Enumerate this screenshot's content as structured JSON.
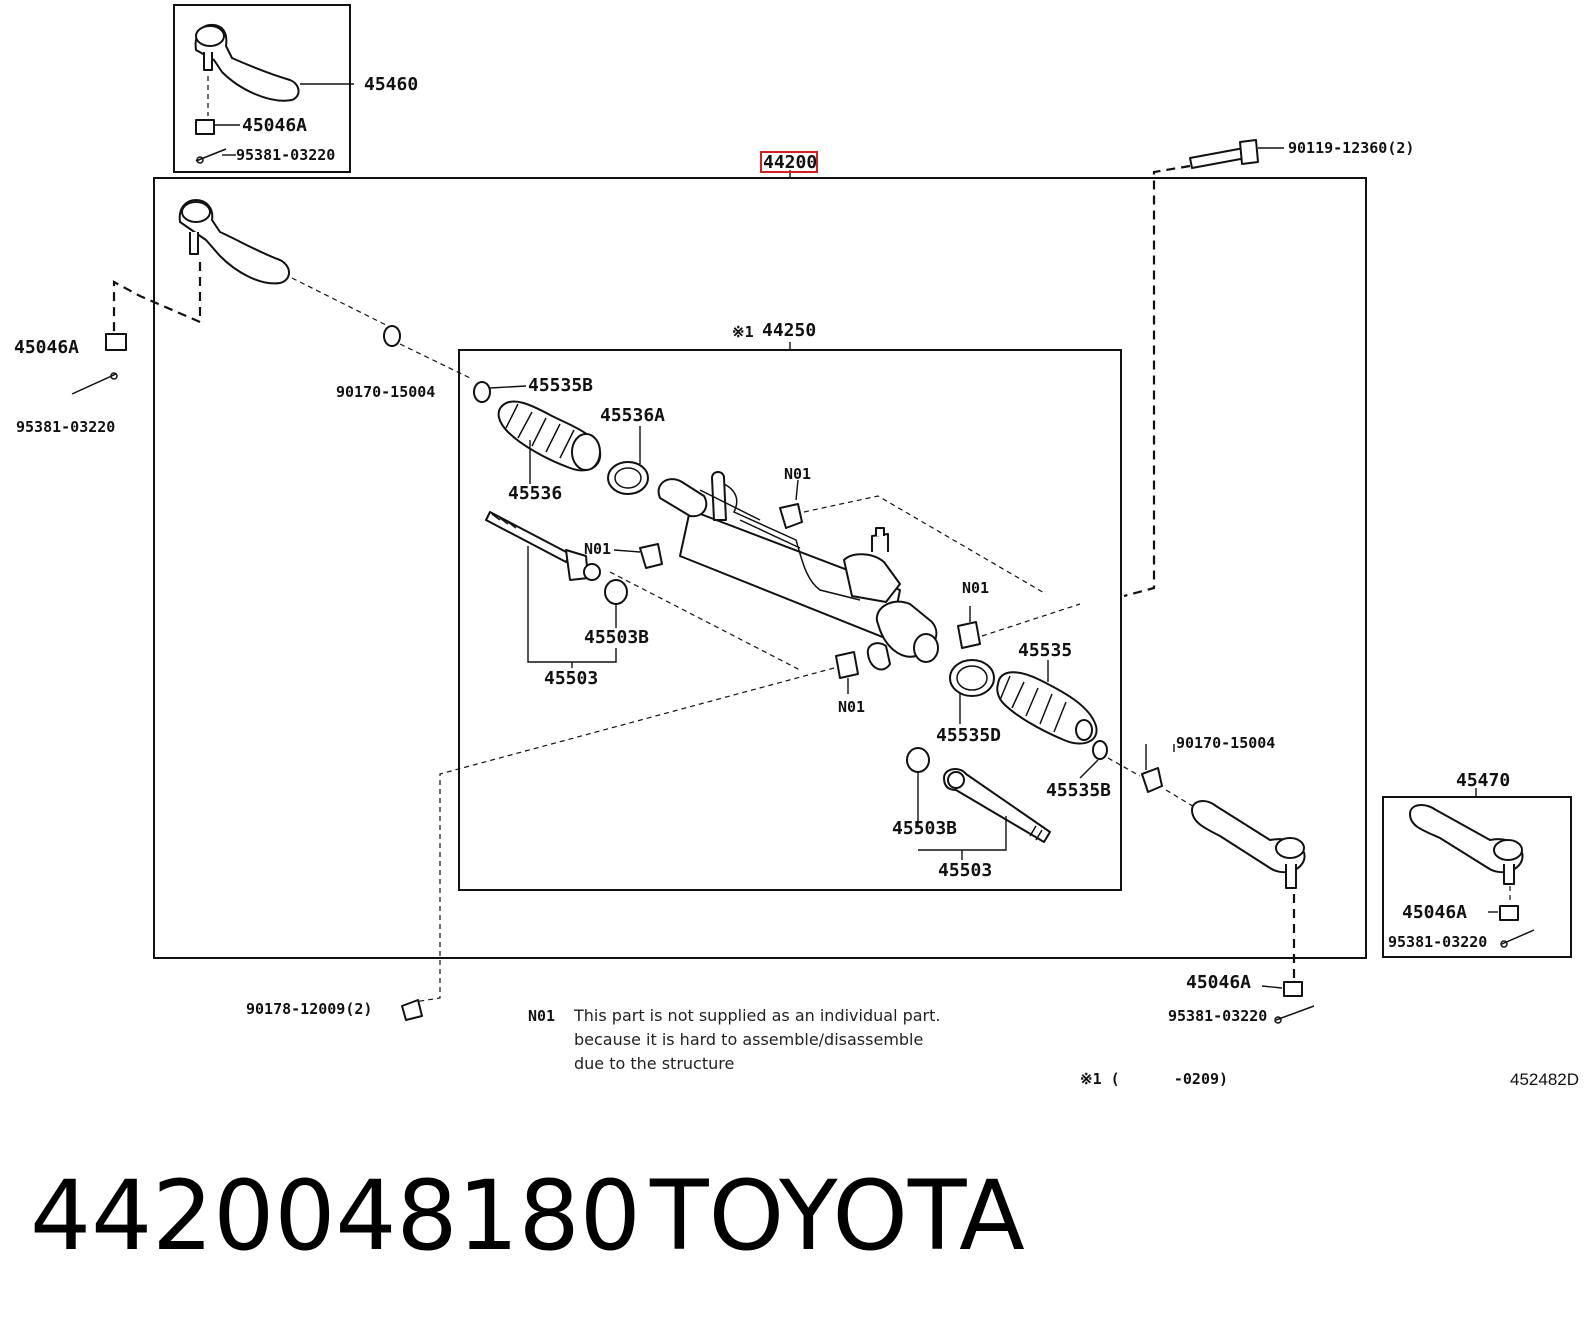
{
  "diagram": {
    "main_assembly": "44200",
    "subassembly": "44250",
    "subassembly_mark": "※1",
    "part_labels": {
      "tie_rod_end_lh": "45460",
      "nut_top": "45046A",
      "pin_top": "95381-03220",
      "nut_left": "45046A",
      "pin_left": "95381-03220",
      "bolt": "90119-12360(2)",
      "nut_90170_left": "90170-15004",
      "clip_left": "45535B",
      "band_left": "45536A",
      "boot_left": "45536",
      "nd1_a": "N01",
      "nd1_b": "N01",
      "nd1_c": "N01",
      "nd1_d": "N01",
      "washer_left": "45503B",
      "rod_left": "45503",
      "boot_right": "45535",
      "band_right": "45535D",
      "clip_right": "45535B",
      "nut_90170_right": "90170-15004",
      "washer_right": "45503B",
      "rod_right": "45503",
      "tie_rod_end_rh": "45470",
      "nut_rh_box": "45046A",
      "pin_rh_box": "95381-03220",
      "nut_rh": "45046A",
      "pin_rh": "95381-03220",
      "bolt_bottom": "90178-12009(2)"
    },
    "note_code": "N01",
    "note_lines": [
      "This part is not supplied as an individual part.",
      "because it is hard to assemble/disassemble",
      "due to the structure"
    ],
    "footnote": "※1 (      -0209)",
    "illustration_ref": "452482D"
  },
  "caption": {
    "part_number": "4420048180",
    "brand": "TOYOTA"
  }
}
